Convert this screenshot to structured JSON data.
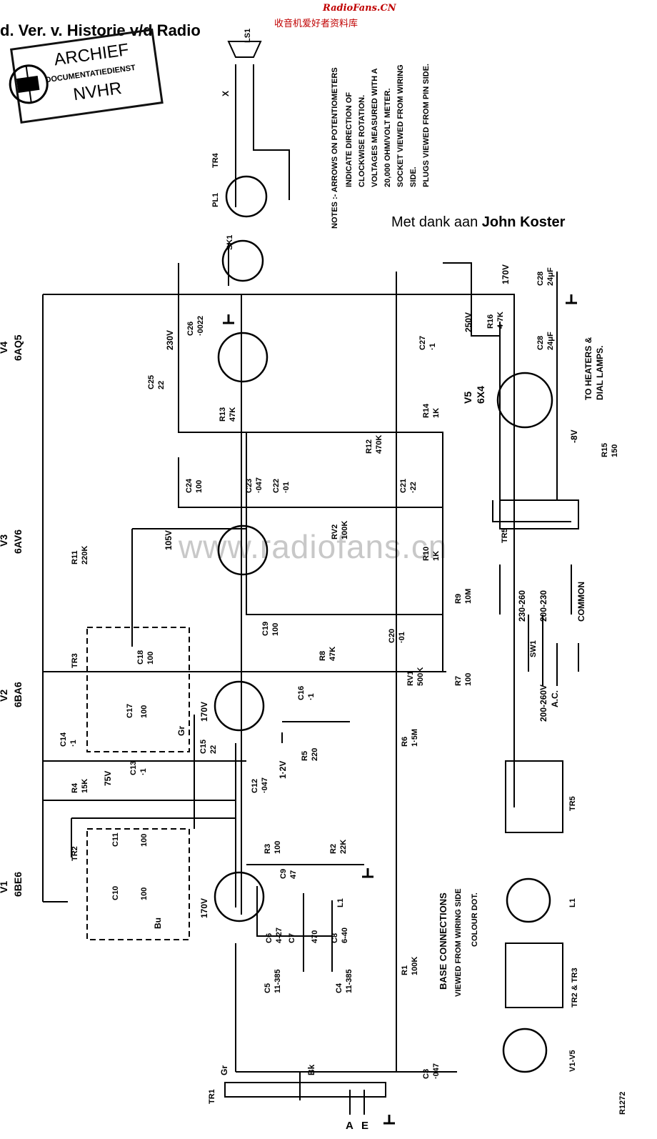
{
  "header": {
    "title": "d. Ver. v. Historie v/d Radio",
    "brand_en": "RadioFans.CN",
    "brand_cn": "收音机爱好者资料库"
  },
  "stamp": {
    "line1": "ARCHIEF",
    "line2": "DOCUMENTATIEDIENST",
    "line3": "NVHR"
  },
  "credit": {
    "prefix": "Met dank aan ",
    "name": "John Koster"
  },
  "watermark": "www.radiofans.cn",
  "notes": {
    "title": "NOTES :- ARROWS ON POTENTIOMETERS",
    "lines": [
      "INDICATE DIRECTION OF",
      "CLOCKWISE ROTATION.",
      "VOLTAGES MEASURED WITH A",
      "20,000 OHM/VOLT METER.",
      "SOCKET VIEWED FROM WIRING",
      "SIDE.",
      "PLUGS VIEWED FROM PIN SIDE."
    ]
  },
  "tubes": [
    {
      "ref": "V1",
      "type": "6BE6"
    },
    {
      "ref": "V2",
      "type": "6BA6"
    },
    {
      "ref": "V3",
      "type": "6AV6"
    },
    {
      "ref": "V4",
      "type": "6AQ5"
    },
    {
      "ref": "V5",
      "type": "6X4"
    }
  ],
  "components": {
    "r1": "R1",
    "r1v": "100K",
    "r2": "R2",
    "r2v": "22K",
    "r3": "R3",
    "r3v": "100",
    "r4": "R4",
    "r4v": "15K",
    "r5": "R5",
    "r5v": "220",
    "r6": "R6",
    "r6v": "1·5M",
    "r7": "R7",
    "r7v": "100",
    "r8": "R8",
    "r8v": "47K",
    "r9": "R9",
    "r9v": "10M",
    "r10": "R10",
    "r10v": "1K",
    "r11": "R11",
    "r11v": "220K",
    "r12": "R12",
    "r12v": "470K",
    "r13": "R13",
    "r13v": "47K",
    "r14": "R14",
    "r14v": "1K",
    "r15": "R15",
    "r15v": "150",
    "r16": "R16",
    "r16v": "4·7K",
    "rv1": "RV1",
    "rv1v": "500K",
    "rv2": "RV2",
    "rv2v": "100K",
    "c3": "C3",
    "c3v": "·047",
    "c4": "C4",
    "c4v": "11-385",
    "c5": "C5",
    "c5v": "11-385",
    "c6": "C6",
    "c6v": "4-27",
    "c7": "C7",
    "c7v": "470",
    "c8": "C8",
    "c8v": "6-40",
    "c9": "C9",
    "c9v": "47",
    "c10": "C10",
    "c10v": "100",
    "c11": "C11",
    "c11v": "100",
    "c12": "C12",
    "c12v": "·047",
    "c13": "C13",
    "c13v": "·1",
    "c14": "C14",
    "c14v": "·1",
    "c15": "C15",
    "c15v": "22",
    "c16": "C16",
    "c16v": "·1",
    "c17": "C17",
    "c17v": "100",
    "c18": "C18",
    "c18v": "100",
    "c19": "C19",
    "c19v": "100",
    "c20": "C20",
    "c20v": "·01",
    "c21": "C21",
    "c21v": "·22",
    "c22": "C22",
    "c22v": "·01",
    "c23": "C23",
    "c23v": "·047",
    "c24": "C24",
    "c24v": "100",
    "c25": "C25",
    "c25v": "22",
    "c26": "C26",
    "c26v": "·0022",
    "c27": "C27",
    "c27v": "·1",
    "c28": "C28",
    "c28v": "24μF",
    "c28b": "C28",
    "c28bv": "24μF",
    "tr1": "TR1",
    "tr2": "TR2",
    "tr3": "TR3",
    "tr4": "TR4",
    "tr5": "TR5",
    "l1": "L1",
    "ls1": "LS1",
    "pl1": "PL1",
    "sk1": "SK1",
    "sw1": "SW1"
  },
  "voltages": [
    "230V",
    "105V",
    "170V",
    "170V",
    "75V",
    "1·2V",
    "250V",
    "170V",
    "-8V"
  ],
  "labels": {
    "heaters": "TO HEATERS &",
    "dial": "DIAL LAMPS.",
    "mains1": "200-260V",
    "mains2": "A.C.",
    "tap1": "230-260",
    "tap2": "200-230",
    "tap3": "COMMON",
    "ant_a": "A",
    "ant_e": "E",
    "gr": "Gr",
    "bk": "Bk",
    "bu": "Bu",
    "gr2": "Gr",
    "x": "X"
  },
  "base": {
    "title": "BASE CONNECTIONS",
    "subtitle": "VIEWED FROM WIRING SIDE",
    "colour_dot": "COLOUR DOT.",
    "tr_label": "TR2 & TR3",
    "v_label": "V1-V5",
    "l1_label": "L1",
    "tr5_label": "TR5",
    "ref": "R1272"
  }
}
